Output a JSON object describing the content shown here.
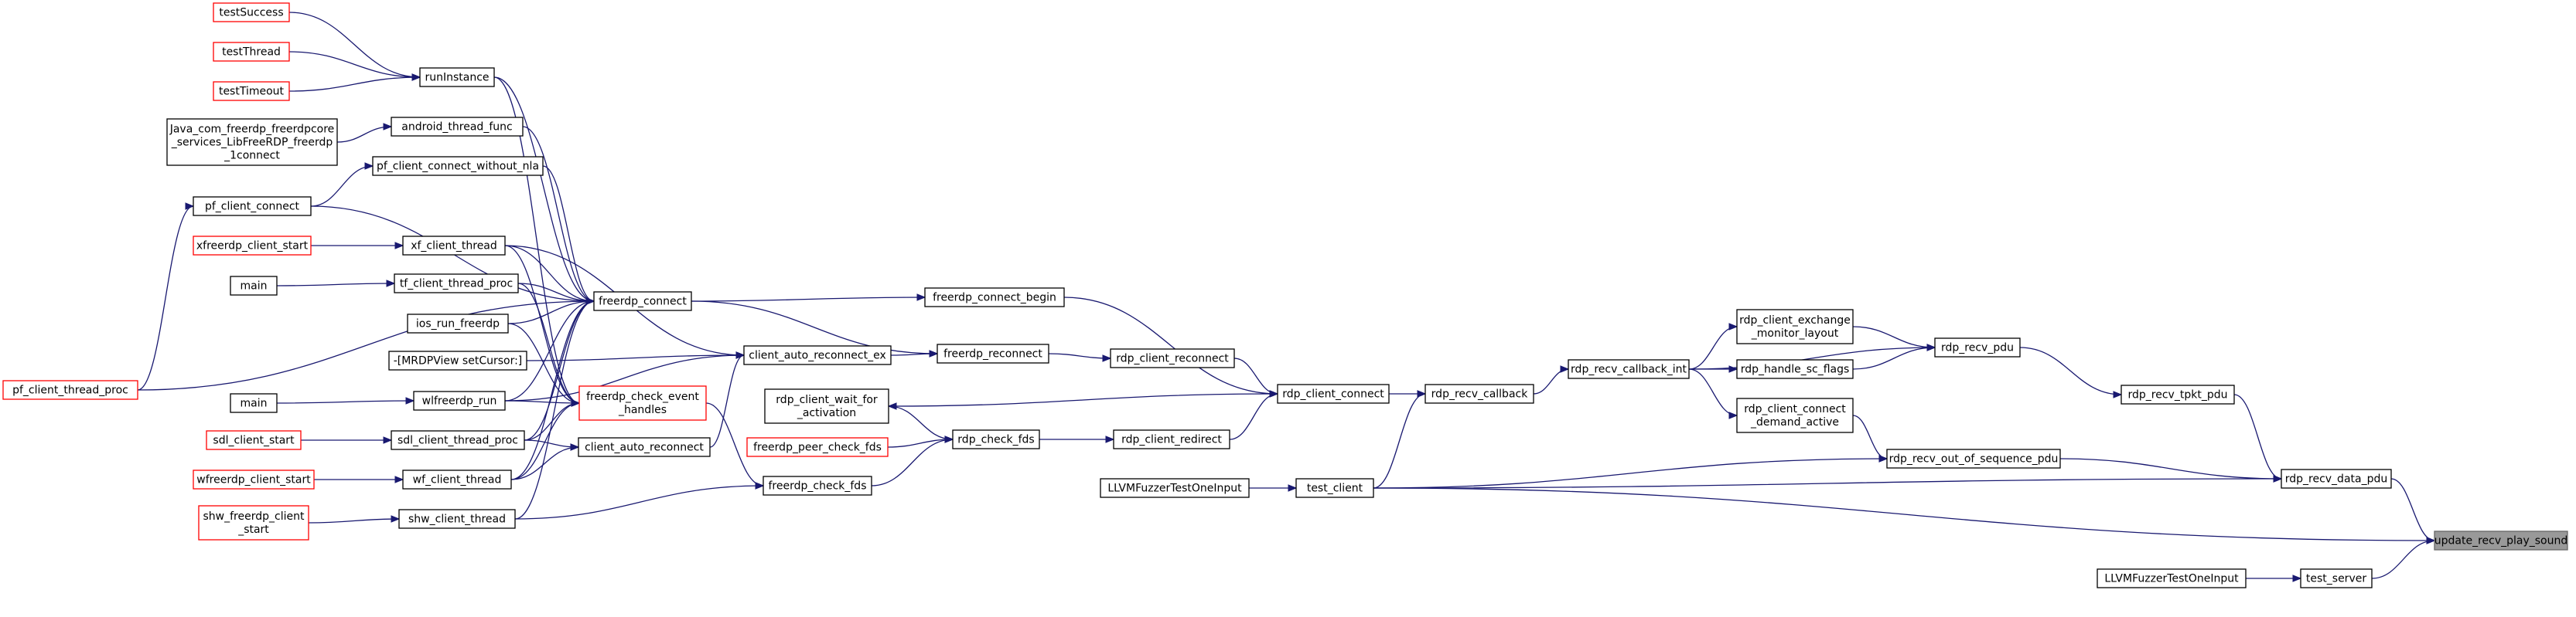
{
  "diagram": {
    "nodes": [
      {
        "id": "update_recv_play_sound",
        "lines": [
          "update_recv_play_sound"
        ],
        "style": "target"
      },
      {
        "id": "rdp_recv_data_pdu",
        "lines": [
          "rdp_recv_data_pdu"
        ],
        "style": "black"
      },
      {
        "id": "test_client",
        "lines": [
          "test_client"
        ],
        "style": "black"
      },
      {
        "id": "test_server",
        "lines": [
          "test_server"
        ],
        "style": "black"
      },
      {
        "id": "LLVMFuzzerTestOneInput_b",
        "lines": [
          "LLVMFuzzerTestOneInput"
        ],
        "style": "black"
      },
      {
        "id": "rdp_recv_tpkt_pdu",
        "lines": [
          "rdp_recv_tpkt_pdu"
        ],
        "style": "black"
      },
      {
        "id": "rdp_recv_out_of_sequence_pdu",
        "lines": [
          "rdp_recv_out_of_sequence_pdu"
        ],
        "style": "black"
      },
      {
        "id": "rdp_recv_pdu",
        "lines": [
          "rdp_recv_pdu"
        ],
        "style": "black"
      },
      {
        "id": "rdp_client_connect_demand_active",
        "lines": [
          "rdp_client_connect",
          "_demand_active"
        ],
        "style": "black"
      },
      {
        "id": "rdp_client_exchange_monitor_layout",
        "lines": [
          "rdp_client_exchange",
          "_monitor_layout"
        ],
        "style": "black"
      },
      {
        "id": "rdp_handle_sc_flags",
        "lines": [
          "rdp_handle_sc_flags"
        ],
        "style": "black"
      },
      {
        "id": "rdp_recv_callback_int",
        "lines": [
          "rdp_recv_callback_int"
        ],
        "style": "black"
      },
      {
        "id": "rdp_recv_callback",
        "lines": [
          "rdp_recv_callback"
        ],
        "style": "black"
      },
      {
        "id": "rdp_client_connect",
        "lines": [
          "rdp_client_connect"
        ],
        "style": "black"
      },
      {
        "id": "LLVMFuzzerTestOneInput_a",
        "lines": [
          "LLVMFuzzerTestOneInput"
        ],
        "style": "black"
      },
      {
        "id": "freerdp_connect_begin",
        "lines": [
          "freerdp_connect_begin"
        ],
        "style": "black"
      },
      {
        "id": "rdp_client_reconnect",
        "lines": [
          "rdp_client_reconnect"
        ],
        "style": "black"
      },
      {
        "id": "rdp_client_redirect",
        "lines": [
          "rdp_client_redirect"
        ],
        "style": "black"
      },
      {
        "id": "rdp_check_fds",
        "lines": [
          "rdp_check_fds"
        ],
        "style": "black"
      },
      {
        "id": "freerdp_reconnect",
        "lines": [
          "freerdp_reconnect"
        ],
        "style": "black"
      },
      {
        "id": "rdp_client_wait_for_activation",
        "lines": [
          "rdp_client_wait_for",
          "_activation"
        ],
        "style": "black"
      },
      {
        "id": "freerdp_peer_check_fds",
        "lines": [
          "freerdp_peer_check_fds"
        ],
        "style": "red"
      },
      {
        "id": "freerdp_check_fds",
        "lines": [
          "freerdp_check_fds"
        ],
        "style": "black"
      },
      {
        "id": "client_auto_reconnect_ex",
        "lines": [
          "client_auto_reconnect_ex"
        ],
        "style": "black"
      },
      {
        "id": "client_auto_reconnect",
        "lines": [
          "client_auto_reconnect"
        ],
        "style": "black"
      },
      {
        "id": "freerdp_connect",
        "lines": [
          "freerdp_connect"
        ],
        "style": "black"
      },
      {
        "id": "freerdp_check_event_handles",
        "lines": [
          "freerdp_check_event",
          "_handles"
        ],
        "style": "red"
      },
      {
        "id": "runInstance",
        "lines": [
          "runInstance"
        ],
        "style": "black"
      },
      {
        "id": "android_thread_func",
        "lines": [
          "android_thread_func"
        ],
        "style": "black"
      },
      {
        "id": "pf_client_connect_without_nla",
        "lines": [
          "pf_client_connect_without_nla"
        ],
        "style": "black"
      },
      {
        "id": "xf_client_thread",
        "lines": [
          "xf_client_thread"
        ],
        "style": "black"
      },
      {
        "id": "tf_client_thread_proc",
        "lines": [
          "tf_client_thread_proc"
        ],
        "style": "black"
      },
      {
        "id": "ios_run_freerdp",
        "lines": [
          "ios_run_freerdp"
        ],
        "style": "black"
      },
      {
        "id": "MRDPView_setCursor",
        "lines": [
          "-[MRDPView setCursor:]"
        ],
        "style": "black"
      },
      {
        "id": "wlfreerdp_run",
        "lines": [
          "wlfreerdp_run"
        ],
        "style": "black"
      },
      {
        "id": "sdl_client_thread_proc",
        "lines": [
          "sdl_client_thread_proc"
        ],
        "style": "black"
      },
      {
        "id": "wf_client_thread",
        "lines": [
          "wf_client_thread"
        ],
        "style": "black"
      },
      {
        "id": "shw_client_thread",
        "lines": [
          "shw_client_thread"
        ],
        "style": "black"
      },
      {
        "id": "testSuccess",
        "lines": [
          "testSuccess"
        ],
        "style": "red"
      },
      {
        "id": "testThread",
        "lines": [
          "testThread"
        ],
        "style": "red"
      },
      {
        "id": "testTimeout",
        "lines": [
          "testTimeout"
        ],
        "style": "red"
      },
      {
        "id": "Java_connect",
        "lines": [
          "Java_com_freerdp_freerdpcore",
          "_services_LibFreeRDP_freerdp",
          "_1connect"
        ],
        "style": "black"
      },
      {
        "id": "pf_client_connect",
        "lines": [
          "pf_client_connect"
        ],
        "style": "black"
      },
      {
        "id": "xfreerdp_client_start",
        "lines": [
          "xfreerdp_client_start"
        ],
        "style": "red"
      },
      {
        "id": "main_a",
        "lines": [
          "main"
        ],
        "style": "black"
      },
      {
        "id": "main_b",
        "lines": [
          "main"
        ],
        "style": "black"
      },
      {
        "id": "sdl_client_start",
        "lines": [
          "sdl_client_start"
        ],
        "style": "red"
      },
      {
        "id": "wfreerdp_client_start",
        "lines": [
          "wfreerdp_client_start"
        ],
        "style": "red"
      },
      {
        "id": "shw_freerdp_client_start",
        "lines": [
          "shw_freerdp_client",
          "_start"
        ],
        "style": "red"
      },
      {
        "id": "pf_client_thread_proc",
        "lines": [
          "pf_client_thread_proc"
        ],
        "style": "red"
      }
    ],
    "edges": [
      [
        "rdp_recv_data_pdu",
        "update_recv_play_sound"
      ],
      [
        "test_client",
        "update_recv_play_sound"
      ],
      [
        "test_server",
        "update_recv_play_sound"
      ],
      [
        "LLVMFuzzerTestOneInput_b",
        "test_server"
      ],
      [
        "rdp_recv_tpkt_pdu",
        "rdp_recv_data_pdu"
      ],
      [
        "rdp_recv_out_of_sequence_pdu",
        "rdp_recv_data_pdu"
      ],
      [
        "test_client",
        "rdp_recv_data_pdu"
      ],
      [
        "rdp_recv_pdu",
        "rdp_recv_tpkt_pdu"
      ],
      [
        "rdp_client_connect_demand_active",
        "rdp_recv_out_of_sequence_pdu"
      ],
      [
        "test_client",
        "rdp_recv_out_of_sequence_pdu"
      ],
      [
        "rdp_recv_callback_int",
        "rdp_recv_pdu"
      ],
      [
        "rdp_client_exchange_monitor_layout",
        "rdp_recv_pdu"
      ],
      [
        "rdp_handle_sc_flags",
        "rdp_recv_pdu"
      ],
      [
        "rdp_recv_callback_int",
        "rdp_client_exchange_monitor_layout"
      ],
      [
        "rdp_recv_callback_int",
        "rdp_handle_sc_flags"
      ],
      [
        "rdp_recv_callback_int",
        "rdp_client_connect_demand_active"
      ],
      [
        "rdp_recv_callback",
        "rdp_recv_callback_int"
      ],
      [
        "rdp_client_connect",
        "rdp_recv_callback"
      ],
      [
        "test_client",
        "rdp_recv_callback"
      ],
      [
        "LLVMFuzzerTestOneInput_a",
        "test_client"
      ],
      [
        "freerdp_connect_begin",
        "rdp_client_connect"
      ],
      [
        "rdp_client_reconnect",
        "rdp_client_connect"
      ],
      [
        "rdp_client_redirect",
        "rdp_client_connect"
      ],
      [
        "rdp_client_connect",
        "rdp_client_wait_for_activation"
      ],
      [
        "rdp_check_fds",
        "rdp_client_redirect"
      ],
      [
        "freerdp_reconnect",
        "rdp_client_reconnect"
      ],
      [
        "freerdp_peer_check_fds",
        "rdp_check_fds"
      ],
      [
        "freerdp_check_fds",
        "rdp_check_fds"
      ],
      [
        "rdp_client_wait_for_activation",
        "rdp_check_fds"
      ],
      [
        "freerdp_connect",
        "freerdp_connect_begin"
      ],
      [
        "freerdp_connect",
        "freerdp_reconnect"
      ],
      [
        "client_auto_reconnect_ex",
        "freerdp_reconnect"
      ],
      [
        "freerdp_check_event_handles",
        "freerdp_check_fds"
      ],
      [
        "shw_client_thread",
        "freerdp_check_fds"
      ],
      [
        "client_auto_reconnect",
        "client_auto_reconnect_ex"
      ],
      [
        "xf_client_thread",
        "client_auto_reconnect_ex"
      ],
      [
        "MRDPView_setCursor",
        "client_auto_reconnect_ex"
      ],
      [
        "wlfreerdp_run",
        "client_auto_reconnect_ex"
      ],
      [
        "sdl_client_thread_proc",
        "client_auto_reconnect"
      ],
      [
        "wf_client_thread",
        "client_auto_reconnect"
      ],
      [
        "runInstance",
        "freerdp_connect"
      ],
      [
        "android_thread_func",
        "freerdp_connect"
      ],
      [
        "pf_client_connect_without_nla",
        "freerdp_connect"
      ],
      [
        "pf_client_connect",
        "freerdp_connect"
      ],
      [
        "xf_client_thread",
        "freerdp_connect"
      ],
      [
        "tf_client_thread_proc",
        "freerdp_connect"
      ],
      [
        "ios_run_freerdp",
        "freerdp_connect"
      ],
      [
        "wlfreerdp_run",
        "freerdp_connect"
      ],
      [
        "sdl_client_thread_proc",
        "freerdp_connect"
      ],
      [
        "wf_client_thread",
        "freerdp_connect"
      ],
      [
        "shw_client_thread",
        "freerdp_connect"
      ],
      [
        "pf_client_thread_proc",
        "freerdp_connect"
      ],
      [
        "runInstance",
        "freerdp_check_event_handles"
      ],
      [
        "xf_client_thread",
        "freerdp_check_event_handles"
      ],
      [
        "tf_client_thread_proc",
        "freerdp_check_event_handles"
      ],
      [
        "ios_run_freerdp",
        "freerdp_check_event_handles"
      ],
      [
        "wlfreerdp_run",
        "freerdp_check_event_handles"
      ],
      [
        "sdl_client_thread_proc",
        "freerdp_check_event_handles"
      ],
      [
        "wf_client_thread",
        "freerdp_check_event_handles"
      ],
      [
        "testSuccess",
        "runInstance"
      ],
      [
        "testThread",
        "runInstance"
      ],
      [
        "testTimeout",
        "runInstance"
      ],
      [
        "Java_connect",
        "android_thread_func"
      ],
      [
        "pf_client_connect",
        "pf_client_connect_without_nla"
      ],
      [
        "pf_client_thread_proc",
        "pf_client_connect"
      ],
      [
        "xfreerdp_client_start",
        "xf_client_thread"
      ],
      [
        "main_a",
        "tf_client_thread_proc"
      ],
      [
        "main_b",
        "wlfreerdp_run"
      ],
      [
        "sdl_client_start",
        "sdl_client_thread_proc"
      ],
      [
        "wfreerdp_client_start",
        "wf_client_thread"
      ],
      [
        "shw_freerdp_client_start",
        "shw_client_thread"
      ]
    ]
  }
}
